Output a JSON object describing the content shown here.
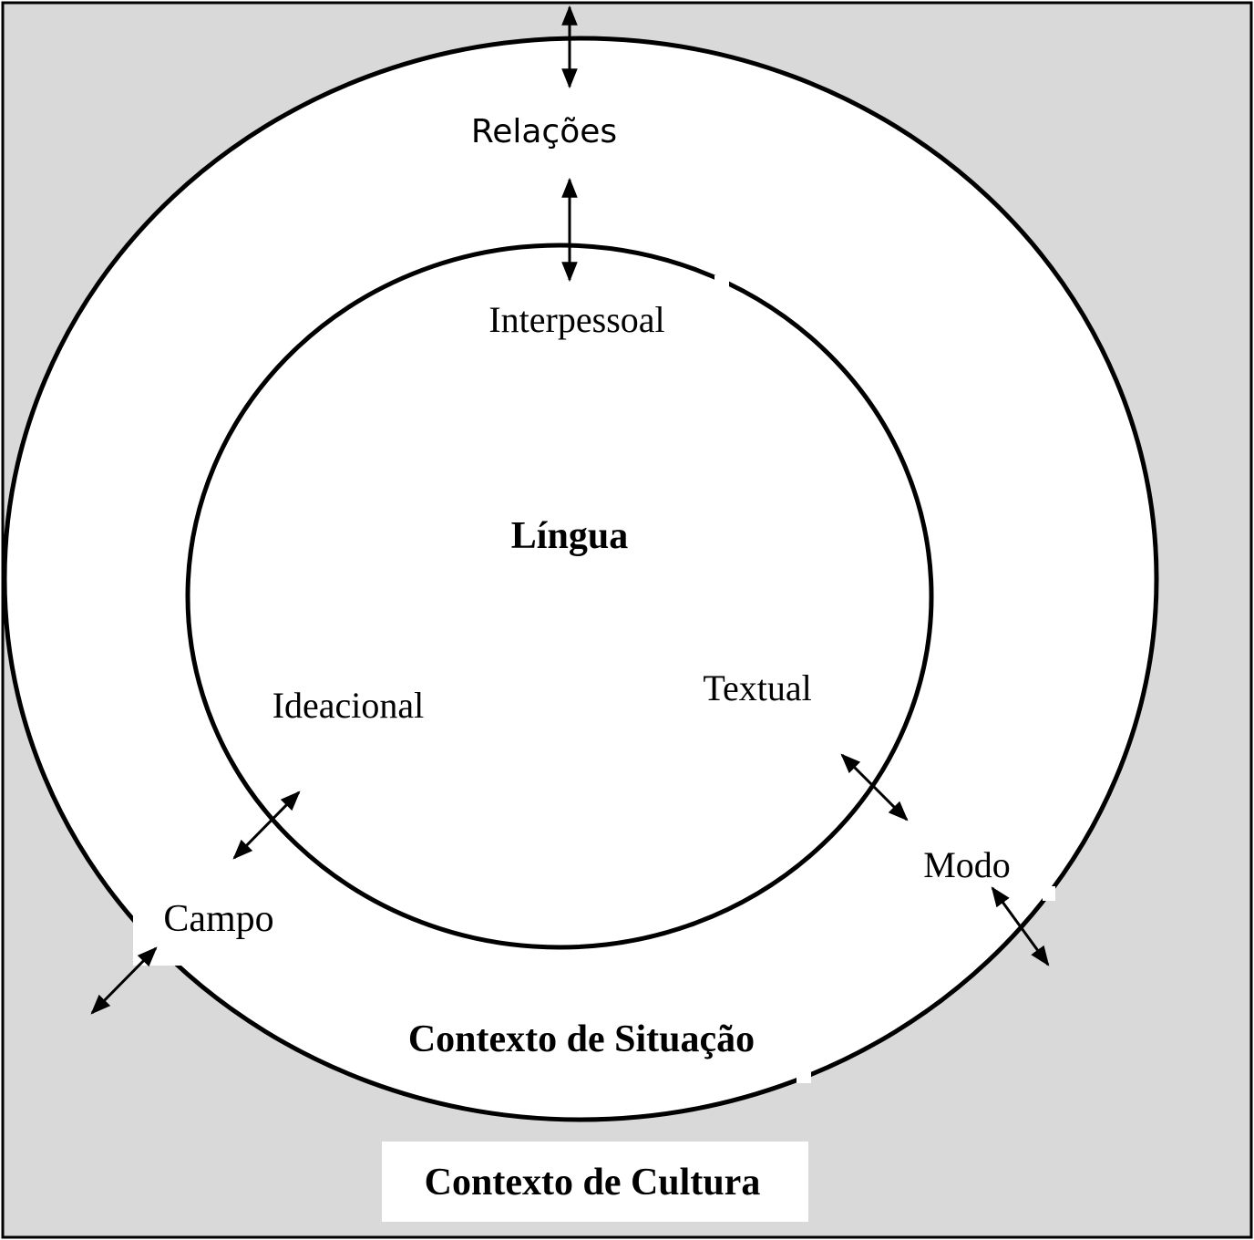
{
  "labels": {
    "relacoes": "Relações",
    "interpessoal": "Interpessoal",
    "lingua": "Língua",
    "ideacional": "Ideacional",
    "textual": "Textual",
    "modo": "Modo",
    "campo": "Campo",
    "contexto_situacao": "Contexto de Situação",
    "contexto_cultura": "Contexto de Cultura"
  },
  "colors": {
    "background": "#d9d9d9",
    "circle_fill": "#ffffff",
    "line": "#000000"
  }
}
